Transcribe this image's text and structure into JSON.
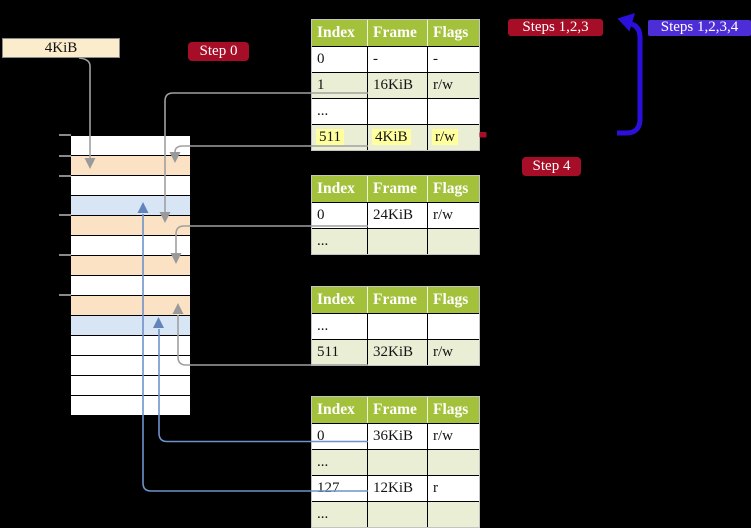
{
  "labels": {
    "frame_size_box": "4KiB",
    "step0": "Step 0",
    "steps123": "Steps 1,2,3",
    "steps1234": "Steps 1,2,3,4",
    "step4": "Step 4"
  },
  "palette": {
    "background": "#000000",
    "table_header_green": "#a3c13a",
    "table_row_green": "#e9eed5",
    "table_row_white": "#ffffff",
    "highlight_yellow": "#ffff9e",
    "memory_frame_peach": "#fbe2c5",
    "memory_frame_blue": "#d8e5f4",
    "memory_frame_white": "#ffffff",
    "badge_red": "#a60d26",
    "badge_blue": "#4d2ed6",
    "thick_arrow_blue": "#2b10dc",
    "connector_gray": "#a0a0a0",
    "connector_blue": "#6f92c8",
    "frame_box_cream": "#fbeccb"
  },
  "page_tables": [
    {
      "id": "page-table-1",
      "headers": [
        "Index",
        "Frame",
        "Flags"
      ],
      "rows": [
        {
          "index": "0",
          "frame": "-",
          "flags": "-",
          "shade": "white",
          "highlighted": false
        },
        {
          "index": "1",
          "frame": "16KiB",
          "flags": "r/w",
          "shade": "green",
          "highlighted": false
        },
        {
          "index": "...",
          "frame": "",
          "flags": "",
          "shade": "white",
          "highlighted": false
        },
        {
          "index": "511",
          "frame": "4KiB",
          "flags": "r/w",
          "shade": "green",
          "highlighted": true
        }
      ]
    },
    {
      "id": "page-table-2",
      "headers": [
        "Index",
        "Frame",
        "Flags"
      ],
      "rows": [
        {
          "index": "0",
          "frame": "24KiB",
          "flags": "r/w",
          "shade": "white",
          "highlighted": false
        },
        {
          "index": "...",
          "frame": "",
          "flags": "",
          "shade": "green",
          "highlighted": false
        }
      ]
    },
    {
      "id": "page-table-3",
      "headers": [
        "Index",
        "Frame",
        "Flags"
      ],
      "rows": [
        {
          "index": "...",
          "frame": "",
          "flags": "",
          "shade": "white",
          "highlighted": false
        },
        {
          "index": "511",
          "frame": "32KiB",
          "flags": "r/w",
          "shade": "green",
          "highlighted": false
        }
      ]
    },
    {
      "id": "page-table-4",
      "headers": [
        "Index",
        "Frame",
        "Flags"
      ],
      "rows": [
        {
          "index": "0",
          "frame": "36KiB",
          "flags": "r/w",
          "shade": "white",
          "highlighted": false
        },
        {
          "index": "...",
          "frame": "",
          "flags": "",
          "shade": "green",
          "highlighted": false
        },
        {
          "index": "127",
          "frame": "12KiB",
          "flags": "r",
          "shade": "white",
          "highlighted": false
        },
        {
          "index": "...",
          "frame": "",
          "flags": "",
          "shade": "green",
          "highlighted": false
        }
      ]
    }
  ],
  "memory_column": {
    "frames": [
      "white",
      "peach",
      "white",
      "blue",
      "peach",
      "white",
      "peach",
      "white",
      "peach",
      "blue",
      "white",
      "white",
      "white",
      "white"
    ]
  }
}
